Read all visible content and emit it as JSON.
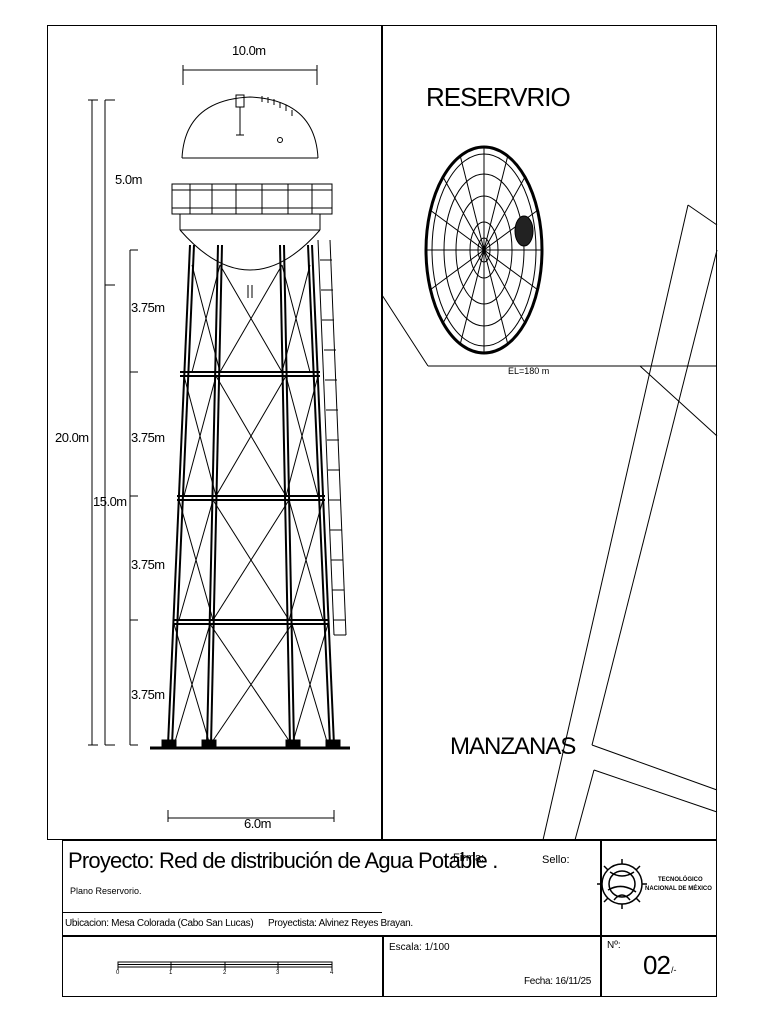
{
  "drawing": {
    "dims": {
      "top_width": "10.0m",
      "dome_height": "5.0m",
      "total_height": "20.0m",
      "tower_height": "15.0m",
      "level1": "3.75m",
      "level2": "3.75m",
      "level3": "3.75m",
      "level4": "3.75m",
      "base_width": "6.0m"
    },
    "plan_title": "RESERVRIO",
    "elevation_label": "EL=180 m",
    "site_label": "MANZANAS"
  },
  "title_block": {
    "project": "Proyecto: Red de distribución de Agua Potable .",
    "firma_label": "Firma:",
    "sello_label": "Sello:",
    "plan_name": "Plano Reservorio.",
    "location": "Ubicacion: Mesa Colorada (Cabo San Lucas)",
    "designer": "Proyectista: Alvinez Reyes Brayan.",
    "scale": "Escala: 1/100",
    "date": "Fecha: 16/11/25",
    "number_label": "Nº:",
    "number_value": "02",
    "number_suffix": "/-",
    "logo_line1": "TECNOLÓGICO",
    "logo_line2": "NACIONAL DE MÉXICO",
    "scale_ticks": [
      "0",
      "1",
      "2",
      "3",
      "4"
    ]
  }
}
